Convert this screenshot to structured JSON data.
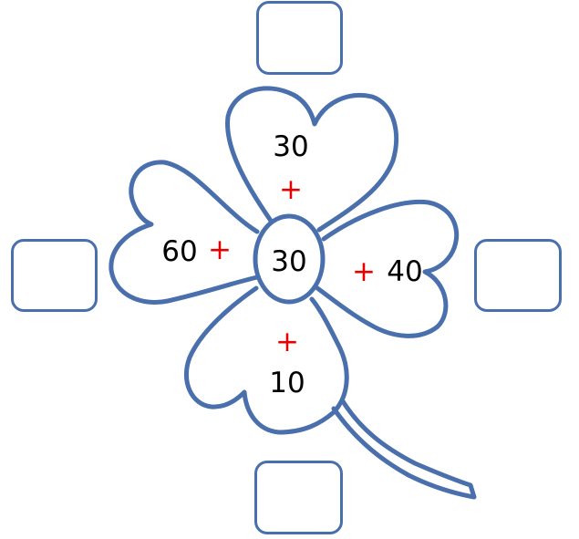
{
  "colors": {
    "outline": "#4a6fad",
    "number_text": "#000000",
    "operator": "#e60000",
    "background": "#ffffff"
  },
  "center": {
    "value": "30"
  },
  "petals": {
    "top": {
      "value": "30",
      "operator": "+"
    },
    "left": {
      "value": "60",
      "operator": "+"
    },
    "right": {
      "value": "40",
      "operator": "+"
    },
    "bottom": {
      "value": "10",
      "operator": "+"
    }
  },
  "answer_boxes": {
    "top": "",
    "left": "",
    "right": "",
    "bottom": ""
  }
}
